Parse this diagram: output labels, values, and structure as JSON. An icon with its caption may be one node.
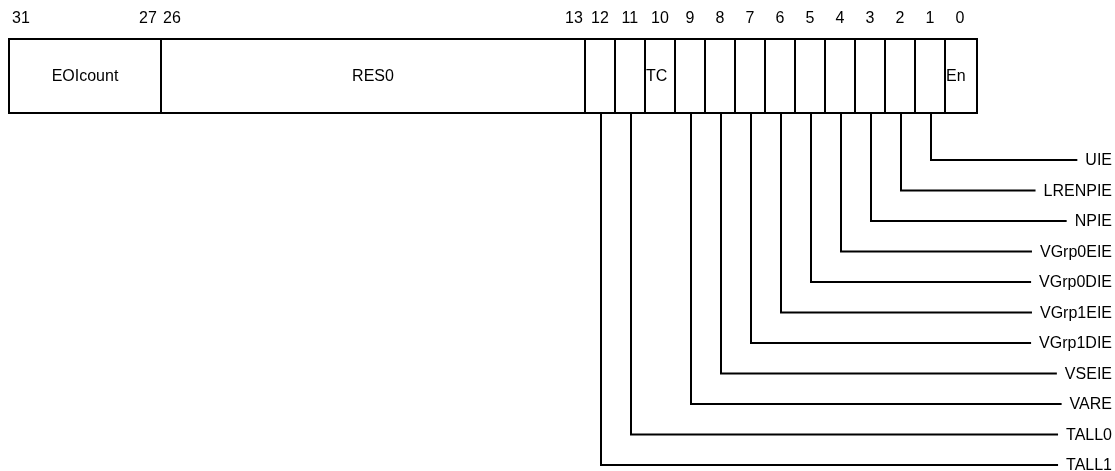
{
  "diagram": {
    "nodes": [
      {
        "text": [
          "EOIcount"
        ]
      },
      {
        "text": [
          "RES0"
        ]
      },
      {
        "text": [],
        "shape": "box"
      },
      {
        "text": [],
        "shape": "box"
      },
      {
        "text": [
          "TC"
        ]
      },
      {
        "text": [],
        "shape": "box"
      },
      {
        "text": [],
        "shape": "box"
      },
      {
        "text": [],
        "shape": "box"
      },
      {
        "text": [],
        "shape": "box"
      },
      {
        "text": [],
        "shape": "box"
      },
      {
        "text": [],
        "shape": "box"
      },
      {
        "text": [],
        "shape": "box"
      },
      {
        "text": [],
        "shape": "box"
      },
      {
        "text": [],
        "shape": "box"
      },
      {
        "text": [
          "En"
        ]
      },
      {
        "text": [
          "UIE"
        ]
      },
      {
        "text": [
          "LRENPIE"
        ]
      },
      {
        "text": [
          "NPIE"
        ]
      },
      {
        "text": [
          "VGrp0EIE"
        ]
      },
      {
        "text": [
          "VGrp0DIE"
        ]
      },
      {
        "text": [
          "VGrp1EIE"
        ]
      },
      {
        "text": [
          "VGrp1DIE"
        ]
      },
      {
        "text": [
          "VSEIE"
        ]
      },
      {
        "text": [
          "VARE"
        ]
      },
      {
        "text": [
          "TALL0"
        ]
      },
      {
        "text": [
          "TALL1"
        ]
      }
    ],
    "edges": [
      {
        "from": 15,
        "to": 13,
        "arrow": "none"
      },
      {
        "from": 16,
        "to": 12,
        "arrow": "none"
      },
      {
        "from": 17,
        "to": 11,
        "arrow": "none"
      },
      {
        "from": 18,
        "to": 10,
        "arrow": "none"
      },
      {
        "from": 19,
        "to": 9,
        "arrow": "none"
      },
      {
        "from": 20,
        "to": 8,
        "arrow": "none"
      },
      {
        "from": 21,
        "to": 7,
        "arrow": "none"
      },
      {
        "from": 22,
        "to": 6,
        "arrow": "none"
      },
      {
        "from": 23,
        "to": 5,
        "arrow": "none"
      },
      {
        "from": 24,
        "to": 3,
        "arrow": "none"
      },
      {
        "from": 25,
        "to": 2,
        "arrow": "none"
      }
    ],
    "labels": [
      "31",
      "27",
      "26",
      "13",
      "12",
      "11",
      "10",
      "9",
      "8",
      "7",
      "6",
      "5",
      "4",
      "3",
      "2",
      "1",
      "0"
    ]
  }
}
